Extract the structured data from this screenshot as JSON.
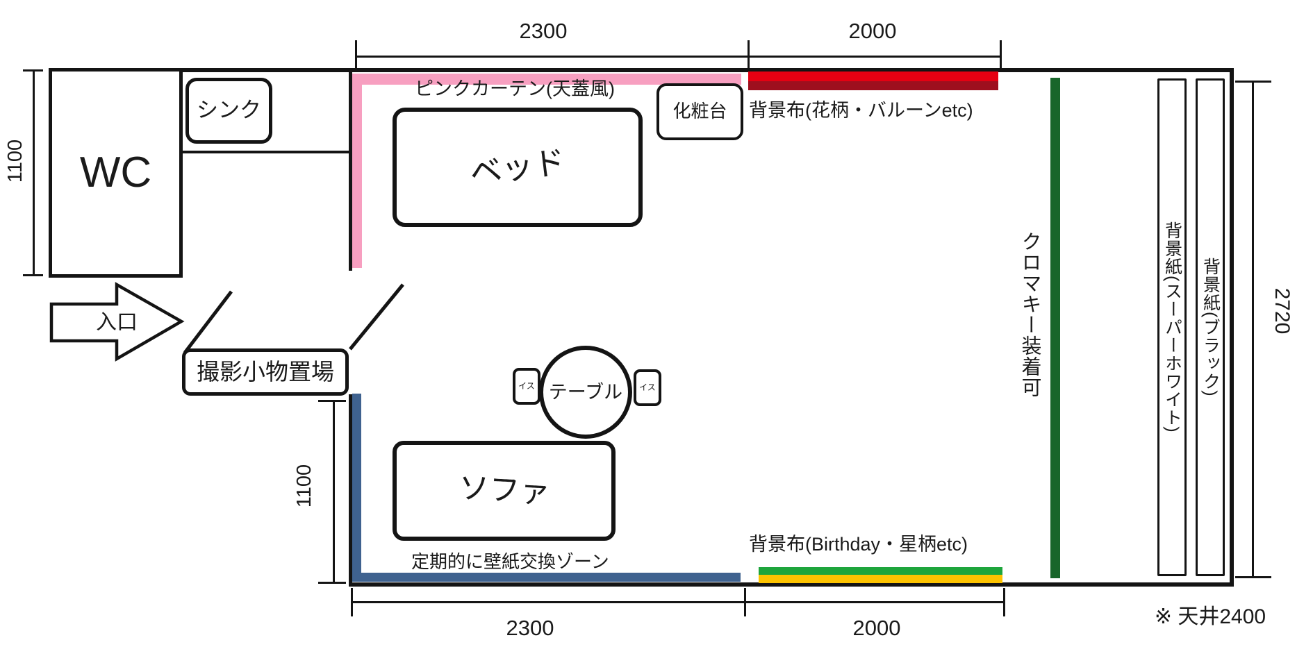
{
  "plan": {
    "labels": {
      "wc": "WC",
      "sink": "シンク",
      "entrance": "入口",
      "props": "撮影小物置場",
      "bed": "ベッド",
      "vanity": "化粧台",
      "sofa": "ソファ",
      "table": "テーブル",
      "chair_left": "イス",
      "chair_right": "イス",
      "pink_curtain": "ピンクカーテン(天蓋風)",
      "backdrop_floral": "背景布(花柄・バルーンetc)",
      "backdrop_birthday": "背景布(Birthday・星柄etc)",
      "wallpaper_zone": "定期的に壁紙交換ゾーン",
      "chroma_key": "クロマキー装着可",
      "paper_white": "背景紙(スーパーホワイト)",
      "paper_black": "背景紙(ブラック)",
      "ceiling_note": "※ 天井2400"
    },
    "dims": {
      "top_left": "2300",
      "top_right": "2000",
      "bottom_left": "2300",
      "bottom_right": "2000",
      "wc_height": "1100",
      "zone_height": "1100",
      "room_height": "2720"
    },
    "colors": {
      "pink": "#F79FC0",
      "red_bright": "#E60012",
      "red_dark": "#9E0F1E",
      "chroma_green": "#18662A",
      "green": "#1EA53C",
      "yellow": "#FDC300",
      "blue": "#3F628F"
    }
  }
}
